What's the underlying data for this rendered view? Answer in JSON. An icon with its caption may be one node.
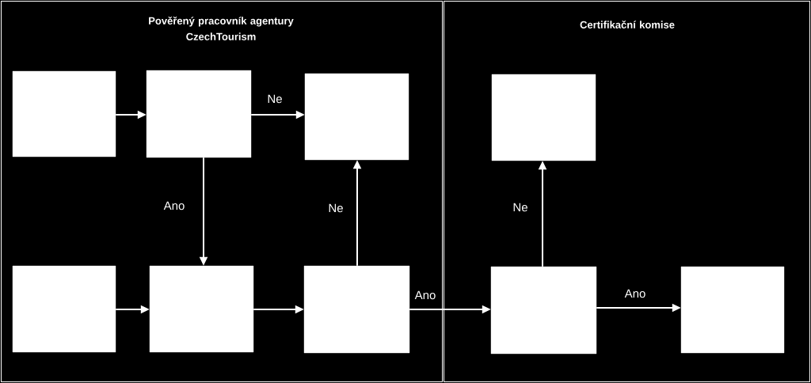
{
  "diagram": {
    "nodes": [
      {
        "text": [
          "Pověřený pracovník agentury CzechTourism"
        ]
      },
      {
        "text": [],
        "shape": "box",
        "in": 0
      },
      {
        "text": [],
        "shape": "box",
        "in": 0
      },
      {
        "text": [],
        "shape": "box",
        "in": 0
      },
      {
        "text": [],
        "shape": "box",
        "in": 0
      },
      {
        "text": [],
        "shape": "box",
        "in": 0
      },
      {
        "text": [],
        "shape": "box",
        "in": 0
      },
      {
        "text": [
          "Certifikační komise"
        ]
      },
      {
        "text": [],
        "shape": "box",
        "in": 7
      },
      {
        "text": [],
        "shape": "box",
        "in": 7
      },
      {
        "text": [],
        "shape": "box",
        "in": 7
      }
    ],
    "edges": [
      {
        "from": 1,
        "to": 2,
        "arrow": "to"
      },
      {
        "from": 2,
        "to": 3,
        "arrow": "to",
        "label": "Ne"
      },
      {
        "from": 2,
        "to": 5,
        "arrow": "to",
        "label": "Ano"
      },
      {
        "from": 6,
        "to": 3,
        "arrow": "to",
        "label": "Ne"
      },
      {
        "from": 4,
        "to": 5,
        "arrow": "to"
      },
      {
        "from": 5,
        "to": 6,
        "arrow": "to"
      },
      {
        "from": 6,
        "to": 9,
        "arrow": "to",
        "label": "Ano"
      },
      {
        "from": 9,
        "to": 8,
        "arrow": "to",
        "label": "Ne"
      },
      {
        "from": 9,
        "to": 10,
        "arrow": "to",
        "label": "Ano"
      }
    ]
  }
}
